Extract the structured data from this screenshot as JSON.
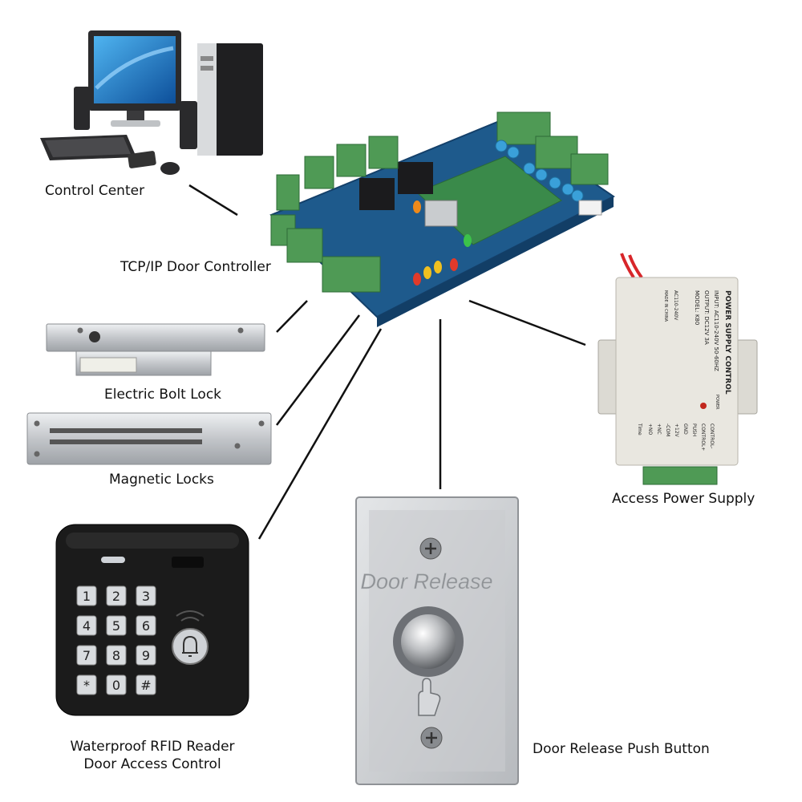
{
  "labels": {
    "control_center": "Control Center",
    "controller": "TCP/IP Door Controller",
    "bolt_lock": "Electric Bolt Lock",
    "magnetic_locks": "Magnetic Locks",
    "power_supply": "Access Power Supply",
    "rfid_line1": "Waterproof RFID Reader",
    "rfid_line2": "Door Access Control",
    "push_button": "Door Release Push Button"
  },
  "door_release_plate_text": "Door Release",
  "power_supply_panel": {
    "title": "POWER SUPPLY CONTROL",
    "input": "INPUT: AC110-240V 50-60HZ",
    "output": "OUTPUT: DC12V 3A",
    "model": "MODEL: K80",
    "ac": "AC110-240V",
    "made_in": "MADE IN CHINA",
    "power_led": "POWER",
    "terminals": [
      "CONTROL-",
      "CONTROL+",
      "PUSH",
      "GND",
      "+12V",
      "-COM",
      "+NC",
      "+NO"
    ],
    "time": "Time"
  },
  "keypad_keys": [
    "1",
    "2",
    "3",
    "4",
    "5",
    "6",
    "7",
    "8",
    "9",
    "*",
    "0",
    "#"
  ],
  "colors": {
    "pcb": "#1e5a8c",
    "terminal_green": "#4f9a55",
    "keypad_body": "#1b1b1b",
    "steel": "#c7c9cc",
    "power_box": "#e9e7e0",
    "connector_line": "#111111"
  }
}
